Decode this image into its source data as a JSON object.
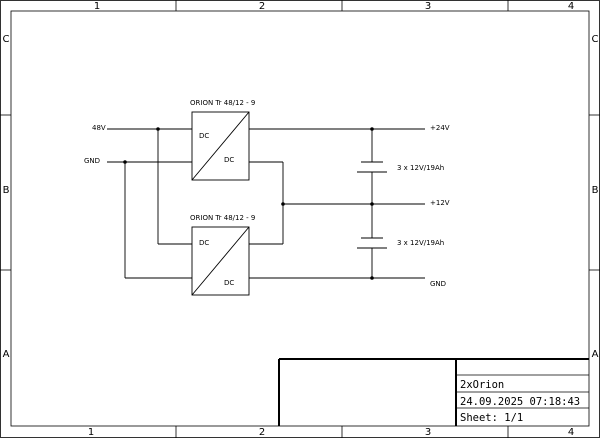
{
  "border": {
    "columns_top": [
      "1",
      "2",
      "3",
      "4"
    ],
    "columns_bottom": [
      "1",
      "2",
      "3",
      "4"
    ],
    "rows_left": [
      "C",
      "B",
      "A"
    ],
    "rows_right": [
      "C",
      "B",
      "A"
    ]
  },
  "converters": [
    {
      "title": "ORION Tr 48/12 - 9",
      "input_label": "DC",
      "output_label": "DC"
    },
    {
      "title": "ORION Tr 48/12 - 9",
      "input_label": "DC",
      "output_label": "DC"
    }
  ],
  "nets": {
    "in_48v": "48V",
    "gnd_in": "GND",
    "out_24v": "+24V",
    "out_12v": "+12V",
    "gnd_out": "GND"
  },
  "batteries": [
    {
      "label": "3 x 12V/19Ah"
    },
    {
      "label": "3 x 12V/19Ah"
    }
  ],
  "title_block": {
    "name": "2xOrion",
    "date": "24.09.2025 07:18:43",
    "sheet": "Sheet: 1/1"
  }
}
